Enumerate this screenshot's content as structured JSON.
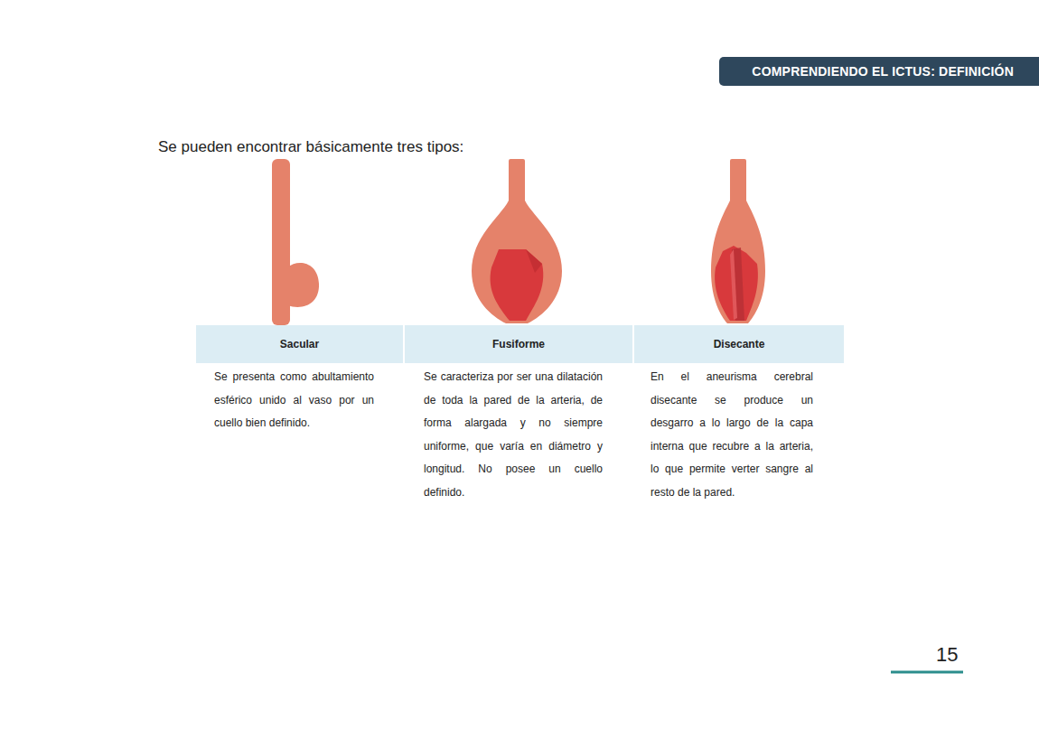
{
  "diagram": {
    "title": "Se pueden encontrar básicamente tres tipos:",
    "nodes": [
      {
        "text": [
          "COMPRENDIENDO EL ICTUS: DEFINICIÓN"
        ]
      },
      {
        "text": [
          "Sacular"
        ]
      },
      {
        "text": [
          "Fusiforme"
        ]
      },
      {
        "text": [
          "Disecante"
        ]
      }
    ],
    "labels": [
      "Se presenta como abultamiento esférico unido al vaso por un cuello bien definido.",
      "Se caracteriza por ser una dilatación de toda la pared de la arteria, de forma alargada y no siempre uniforme, que varía en diámetro y longitud. No posee un cuello definido.",
      "En el aneurisma cerebral disecante se produce un desgarro a lo largo de la capa interna que recubre a la arteria, lo que permite verter sangre al resto de la pared.",
      "15"
    ]
  }
}
